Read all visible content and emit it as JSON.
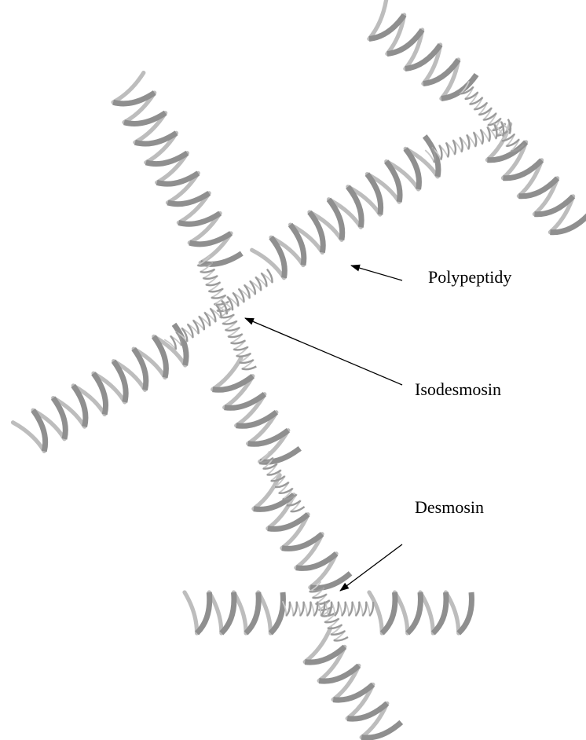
{
  "labels": {
    "polypeptides": "Polypeptidy",
    "isodesmosine": "Isodesmosin",
    "desmosine": "Desmosin"
  },
  "colors": {
    "helix_back": "#bdbdbd",
    "helix_front": "#8f8f8f",
    "crosslink_light": "#c9c9c9",
    "crosslink_dark": "#9a9a9a",
    "arrow": "#000000"
  }
}
